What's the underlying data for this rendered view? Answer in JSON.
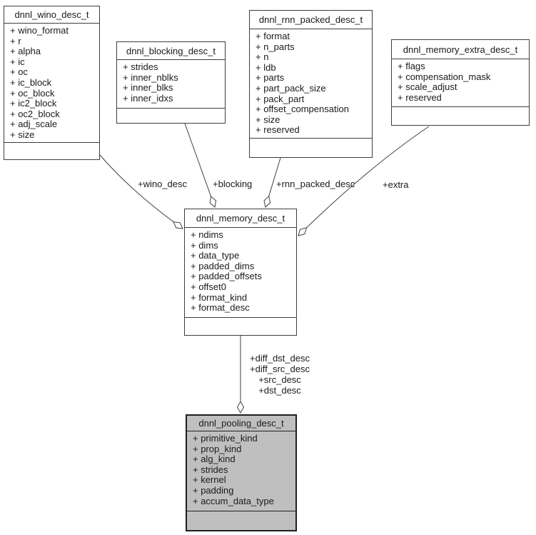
{
  "diagram": {
    "type": "uml-collaboration-diagram",
    "background": "#ffffff"
  },
  "colors": {
    "node_fill": "#ffffff",
    "highlight_node_fill": "#bfbfbf",
    "node_border": "#3d3d3d",
    "edge_stroke": "#404040",
    "text": "#1a1a1a"
  },
  "classes": {
    "wino": {
      "title": "dnnl_wino_desc_t",
      "attrs": [
        "+ wino_format",
        "+ r",
        "+ alpha",
        "+ ic",
        "+ oc",
        "+ ic_block",
        "+ oc_block",
        "+ ic2_block",
        "+ oc2_block",
        "+ adj_scale",
        "+ size"
      ]
    },
    "blocking": {
      "title": "dnnl_blocking_desc_t",
      "attrs": [
        "+ strides",
        "+ inner_nblks",
        "+ inner_blks",
        "+ inner_idxs"
      ]
    },
    "rnn": {
      "title": "dnnl_rnn_packed_desc_t",
      "attrs": [
        "+ format",
        "+ n_parts",
        "+ n",
        "+ ldb",
        "+ parts",
        "+ part_pack_size",
        "+ pack_part",
        "+ offset_compensation",
        "+ size",
        "+ reserved"
      ]
    },
    "extra": {
      "title": "dnnl_memory_extra_desc_t",
      "attrs": [
        "+ flags",
        "+ compensation_mask",
        "+ scale_adjust",
        "+ reserved"
      ]
    },
    "memory": {
      "title": "dnnl_memory_desc_t",
      "attrs": [
        "+ ndims",
        "+ dims",
        "+ data_type",
        "+ padded_dims",
        "+ padded_offsets",
        "+ offset0",
        "+ format_kind",
        "+ format_desc"
      ]
    },
    "pooling": {
      "title": "dnnl_pooling_desc_t",
      "attrs": [
        "+ primitive_kind",
        "+ prop_kind",
        "+ alg_kind",
        "+ strides",
        "+ kernel",
        "+ padding",
        "+ accum_data_type"
      ]
    }
  },
  "edges": {
    "wino_label": "+wino_desc",
    "blocking_label": "+blocking",
    "rnn_label": "+rnn_packed_desc",
    "extra_label": "+extra",
    "pooling_labels": [
      "+diff_dst_desc",
      "+diff_src_desc",
      "+src_desc",
      "+dst_desc"
    ]
  }
}
